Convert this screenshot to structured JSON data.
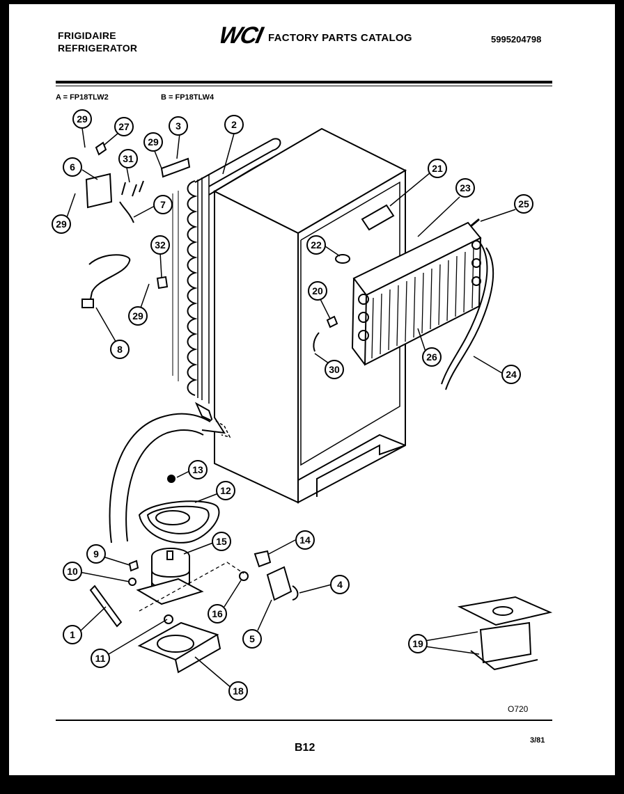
{
  "header": {
    "brand_line1": "FRIGIDAIRE",
    "brand_line2": "REFRIGERATOR",
    "logo": "WCI",
    "catalog_title": "FACTORY PARTS CATALOG",
    "catalog_number": "5995204798"
  },
  "models": {
    "a": "A = FP18TLW2",
    "b": "B = FP18TLW4"
  },
  "callouts": [
    "29",
    "27",
    "3",
    "2",
    "6",
    "31",
    "29",
    "7",
    "29",
    "21",
    "23",
    "25",
    "32",
    "22",
    "29",
    "20",
    "8",
    "26",
    "30",
    "24",
    "13",
    "12",
    "15",
    "14",
    "9",
    "10",
    "4",
    "16",
    "1",
    "5",
    "11",
    "18",
    "19"
  ],
  "figure_code": "O720",
  "footer": {
    "page": "B12",
    "date": "3/81"
  }
}
